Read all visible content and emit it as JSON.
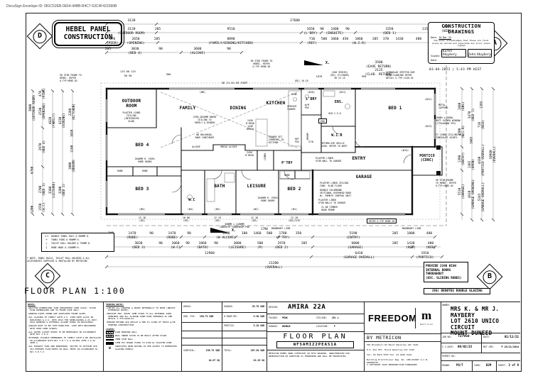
{
  "meta": {
    "docusign": "DocuSign Envelope ID: 081C52EB-0E64-44BB-B4C7-63C4F423390B"
  },
  "header": {
    "title": "HEBEL PANEL\nCONSTRUCTION"
  },
  "markers": {
    "a": "A",
    "b": "B",
    "c": "C",
    "d": "D"
  },
  "cbox": {
    "title": "CONSTRUCTION\nDRAWINGS",
    "date_label": "Date:",
    "date_value": "20 Mar 23",
    "body": "The owner acknowledges that these are final plans as varied and supersede any prior plans signed",
    "signed_label": "Signed:",
    "sig1": "Karen Maybery",
    "sig2": "John Maybery",
    "date2_label": "Date:",
    "timestamp": "03-04-2023  |  5:43 PM AEST"
  },
  "plan_title": "FLOOR PLAN 1:100",
  "rooms": {
    "outdoor": "OUTDOOR\nROOM",
    "family": "FAMILY",
    "dining": "DINING",
    "kitchen": "KITCHEN",
    "ldry": "L'DRY",
    "ens": "ENS.",
    "bed1": "BED 1",
    "wir": "W.I.R",
    "entry": "ENTRY",
    "portico": "PORTICO\n(CONC)",
    "bed4": "BED 4",
    "bed3": "BED 3",
    "bed2": "BED 2",
    "bath": "BATH",
    "wc": "W.C",
    "leisure": "LEISURE",
    "garage": "GARAGE",
    "ptry": "P'TRY",
    "linen": "LINEN",
    "broom": "BROOM",
    "media": "MEDIA ALCOVE",
    "alcove": "ALCOVE",
    "robe": "ROBE"
  },
  "pn": {
    "hebel_top": "90 STUD FRAME TO\nHEBEL. REFER\nO-TYP-HEBE-03",
    "hebel_left": "90 STUD FRAME TO\nHEBEL. REFER\nO-TYP-HEBE-02",
    "hebel_right": "90 STUD FRAME\nTO HEBEL. REFER\nO-TYP-HEBE-02",
    "hebel_box": "REFER O-TYP-HEBE-05",
    "screwglad": "SCREWGLAD SPOTTED GUM\nKDHW CLADDING REFER\nDETAIL S-TYP-CLAD-10",
    "cluster": "(200 SERIES)\n(DG) (FLYDOOR)\nSD 21-15",
    "dg1618": "(DG) 16-18",
    "d1070": "1070",
    "d950": "950",
    "d500": "500",
    "d115": "115 60 115",
    "d9090": "90 90",
    "sd_bipart": "SD 21-61 BI-PART",
    "metal": "METAL\nCAPPING",
    "butt": "1800H x 1680L\nBUTT JOINED WINDOW\n(1710x630W IPS)",
    "fc": "FC LINED CEILING WITH\nCONCEALED JOINTS",
    "raked": "2700-4820MM RAKED\nCEILING TO\nFAMILY & DINING",
    "nobulk": "NO BULKHEAD,\nRAKE CONTINUES",
    "outdoor_note": "PLASTER LINED\nCEILING\n(INTEGRATED\nSLAB)",
    "robes": "2040MM H. VINYL\nROBE DOORS",
    "square": "SQUARE SET\nCORNICES TO\nKITCHEN",
    "cooker": "UPRIGHT\nCOOKER",
    "sink": "SINK",
    "ref": "REF\nPOS",
    "wm": "W/M\nPOS",
    "bench": "2450\nB'HEAD\n1446\nBENCH",
    "bhead": "2450\nB'HEAD",
    "csd": "820 C.S.D",
    "d680": "680",
    "d270": "270",
    "return_air": "RETURN AIR GRILLE\n2450. REFER TO NOTE",
    "stud_wall": "PLASTER LINED\nSTUD WALL TO GARAGE",
    "g1": "PLASTER LINED CEILING\nCONC. SLAB FLOOR",
    "g2": "DOUBLE COLORBOND\nSECTIONAL OVERHEAD DOOR\nW/- REMOTE CONTROL UNIT",
    "g3": "PLASTER LINED\nSTUD WALLS TO GARAGE",
    "g4": "21-08 TIMBER\nDOOR FRAME",
    "condenser": "600MM x 1200MM\nCONCRETE CONDENSER PAD",
    "boundary": "BOUNDARY LINE",
    "x": "X.",
    "eave": "3500\n(EAVE RETURN)",
    "clad": "2125\n(CLAD. RETURN)"
  },
  "wt": [
    "(W1)",
    "(W2)",
    "(W3)",
    "(W4)",
    "(W5)",
    "(W8)",
    "(W10)",
    "(W11)",
    "(W12)",
    "(W13)",
    "(W14)"
  ],
  "ws": [
    "12-18\n(DG)",
    "10-06\n(DG)",
    "12-15\n(DG)",
    "12-18\n(DG)",
    "12-18\n(DG)/515"
  ],
  "dims": {
    "t1": [
      "3120",
      "17680"
    ],
    "t2": [
      "3120\n(OUTDOOR ROOM)",
      "205",
      "9510",
      "1650\n(L'DRY)",
      "90",
      "2400\n(ENSUITE)",
      "90",
      "3350\n(BED 1)",
      "115",
      "480\n(NIB)"
    ],
    "t3": [
      "470\n(PIER)",
      "2650\n(OPENING)",
      "205",
      "8890\n(FAMILY/DINING/KITCHEN)",
      "710\n(REF)",
      "500",
      "1060",
      "450",
      "1860\n(W.I.R)",
      "205",
      "370",
      "1430",
      "480"
    ],
    "t4": [
      "205",
      "3030\n(BED 4)",
      "90",
      "3680\n(ALCOVE)",
      "90"
    ],
    "l": [
      "3000\n(OUTDOOR ROOM)",
      "6760",
      "1200",
      "470\n(PIER)",
      "2530\n(OPENING)",
      "2970\n(BED 4)",
      "2700\n(BED 3)",
      "1550\n(W.C)",
      "4820\n(FAMILY)",
      "3380\n(LEISURE)",
      "4230\n(DINING)",
      "3200\n(BED 2)",
      "2260\n(KITCHEN)",
      "1020",
      "1160",
      "1000\n(BROOM)"
    ],
    "r": [
      "1880\n(ENS)",
      "1500\n(W.I.R)",
      "1390\n(ENTRY)",
      "5510\n(GARAGE)",
      "3470\n(BED 1)",
      "1885",
      "1365\n(OPEN)",
      "4810\n(GARAGE OPENING)",
      "1285",
      "710\n(NIB)",
      "4430\n(PORTICO OVERALL)",
      "5245\n(GARAGE OVERALL)",
      "10960\n(OVERALL)"
    ],
    "b1": [
      "205",
      "1470\n(ROBE)",
      "90",
      "1470\n(ROBE)",
      "90",
      "1880\n(W ALCOVE)",
      "180",
      "1460",
      "500",
      "1780\n(P'TRY)",
      "350",
      "5190\n(ENTRY)",
      "205",
      "1800",
      "480"
    ],
    "b2": [
      "205",
      "3030\n(BED 3)",
      "90",
      "1060\n(W.C)",
      "90",
      "1860\n(BATH)",
      "90",
      "3000\n(LEISURE)",
      "500\n(P)",
      "2970\n(BED 2)",
      "205",
      "6000\n(GARAGE)",
      "205",
      "1430\n(NIB)",
      "480\n(NIB)"
    ],
    "b3": [
      "12960",
      "6410\n(GARAGE OVERALL)",
      "1910\n(PORTICO)",
      "1790"
    ],
    "b4": [
      "21280\n(OVERALL)"
    ]
  },
  "legend_box": {
    "syms": [
      "⊢⊣",
      "＋",
      "┬",
      "┤"
    ],
    "items": [
      "DOUBLE TOWEL RAIL @ 900MM H.",
      "TOWEL RING @ 900MM H.",
      "TOILET ROLL HOLDER @ 750MM H.",
      "ROBE HOOK @ 1500MM H."
    ],
    "note": "* NOTE: TOWEL RAILS, TOILET ROLL HOLDERS & ALL\nACCESSORIES SUPPLIED & INSTALLED BY METRICON"
  },
  "side": {
    "provide": "PROVIDE 2340 HIGH\nINTERNAL DOORS\nTHROUGHOUT\n(EXC. SLIDING ROBES)",
    "dg": "(DG) DENOTES DOUBLE GLAZING"
  },
  "tb": {
    "notes_title": "NOTES:",
    "notes": [
      "•WRITTEN DIMENSIONS TAKE PRECEDENCE OVER SCALE. FLOOR PLAN DIMENSIONS ARE TO FRAME SIZE ONLY.",
      "•WINDOW SIZES SHOWN ARE SUPPLIERS FRAME SIZES.",
      "•ALL GLAZING TO COMPLY WITH A.S. 1288-2006 GLASS IN BUILDINGS & A.S. 4055-2012 FOR WINDLOADING & AS 2047-2014 WINDOWS & EXTERNAL GLAZED DOORS IN BUILDINGS.",
      "•GARAGE ROOF TO BE TIED DOWN MIN. 1200 INTO BRICKWORK WITH HOOP IRON STRAPS.",
      "•ALL WATER CLOSET DOORS TO BE REMOVABLE IN ACCORDANCE WITH NCC 3.8.3.",
      "•EXTERNAL PLIABLE MEMBRANES TO COMPLY WITH & BE INSTALLED IN ACCORDANCE WITH NCC 3.8.7.2 & AS/NZS 4200.1 & AS 4200.2",
      "•ALL EXHAUST FANS AND RANGEHOOD, DUCTED TO OUTSIDE AIR VIA EXPOSED FLUE/PIPES OR WALL VENTS IN ACCORDANCE W/- NCC 3.8.7.3"
    ],
    "framing_title": "FRAMING NOTES:",
    "framing": [
      "•CENTRE ALL WINDOWS & DOORS INTERNALLY TO ROOM (UNLESS OTHERWISE NOTED)",
      "•PROVIDE 2NO. 90X45 JAMB STUDS TO ALL INTERNAL DOOR OPENINGS AND ALL SLIDING ROBE DOOR OPENINGS AS PER DETAIL S-TYP-DOOR-01",
      "•ENSURE RETURN AIR GRILLE & HOB IS CLEAR OF TRUSS &/OR FRAMING CONSTRUCTION"
    ],
    "legend_title": "LEGEND:",
    "legend": [
      "LOAD BEARING WALL",
      "WALL UNDER STAIR TO BE BUILT AFTER STAIR",
      "70MM STUD WALL",
      "13MM PLY BOARD FIXED TO STUD W/ PLASTER OVER",
      "INDICATES WIND RATING AS PER AS2047 TO NOMINATED GLAZING PANELS"
    ],
    "legend_w": "W",
    "areas": {
      "areas_label": "AREAS:",
      "grd_label": "GRD. FLR:",
      "grd": "156.72 SQM",
      "sub_label": "SUBTOTAL:",
      "sub1": "156.72 SQM",
      "sub2": "16.87 SQ",
      "gar_label": "GARAGE:",
      "gar": "35.78 SQM",
      "od_label": "O'DOOR RM:",
      "od": "9.36 SQM",
      "por_label": "PORTICO:",
      "por": "5.18 SQM",
      "tot_label": "TOTAL:",
      "tot1": "207.04 SQM",
      "tot2": "22.29 SQ"
    },
    "design": {
      "d_label": "DESIGN:",
      "d": "AMIRA 22A",
      "f_label": "FACADE:",
      "f": "PEAK",
      "c_label": "CEILING:",
      "c": "25c L",
      "g_label": "GARAGE:",
      "g": "DOUBLE",
      "l_label": "LOCATION:",
      "l": "F",
      "title": "FLOOR PLAN",
      "code": "WF5AMI22PEAS1A",
      "copyright": "METRICON HOMES OWNS COPYRIGHT IN THIS DRAWING. UNAUTHORISED USE, REPRODUCTION OR ADAPTION IS FORBIDDEN AND WILL BE PROSECUTED."
    },
    "brand": {
      "freedom": "FREEDOM",
      "m": "m",
      "msmall": "metricon",
      "by": "BY METRICON",
      "addr1": "501 Blackburn Rd  Mount Waverley VIC 3149.",
      "addr2": "P.O. Box 857,  Mount Waverley VIC 3149",
      "addr3": "Tel: 03 9915 5555   Fax: 03 9222 5144",
      "addr4": "Building Practitioner Reg. No. CDB-U52967  A.C.N. 005908752",
      "addr5": "© COPYRIGHT 2020 REPRODUCTION FORBIDDEN"
    },
    "owner": {
      "label": "OWNER:",
      "lines": "MRS K. & MR J. MAYBERY\nLOT 2610 UNICO CIRCUIT\nMOUNT DUNEED"
    },
    "job": {
      "job_label": "JOB NO:",
      "job": "727950",
      "date_label": "DATE:",
      "date": "01/11/21",
      "fc_label": "F.C.DATE:",
      "fc": "08/02/23",
      "mst_label": "MST VER:",
      "mst": "P 29/11/2014",
      "permit_label": "PERMIT No:",
      "drawn_label": "DRAWN:",
      "drawn": "PO/T",
      "chkd_label": "CHKD:",
      "chkd": "B2M",
      "sheet_label": "SHEET:",
      "sheet": "2 of 9"
    }
  }
}
